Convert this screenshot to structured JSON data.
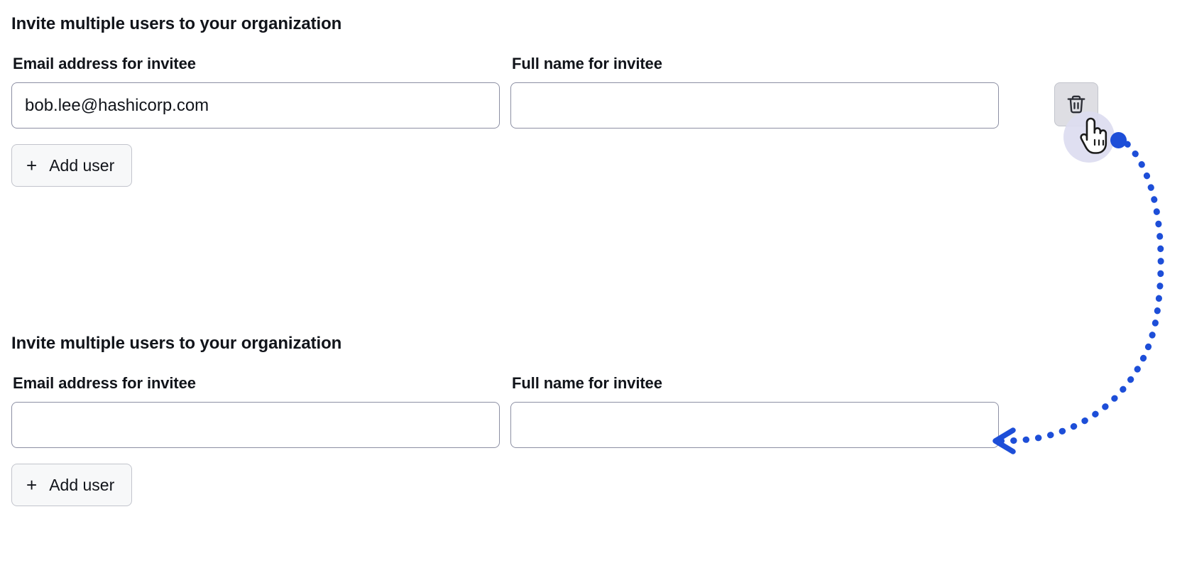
{
  "page": {
    "background_color": "#ffffff",
    "text_color": "#11141a"
  },
  "sections": [
    {
      "id": "invite-section-top",
      "heading": "Invite multiple users to your organization",
      "email_label": "Email address for invitee",
      "email_value": "bob.lee@hashicorp.com",
      "email_placeholder": "",
      "name_label": "Full name for invitee",
      "name_value": "",
      "name_placeholder": "",
      "has_delete_button": true,
      "delete_icon": "trash-icon",
      "add_user_label": "Add user",
      "add_user_icon": "plus-icon"
    },
    {
      "id": "invite-section-bottom",
      "heading": "Invite multiple users to your organization",
      "email_label": "Email address for invitee",
      "email_value": "",
      "email_placeholder": "",
      "name_label": "Full name for invitee",
      "name_value": "",
      "name_placeholder": "",
      "has_delete_button": false,
      "delete_icon": "",
      "add_user_label": "Add user",
      "add_user_icon": "plus-icon"
    }
  ],
  "annotation": {
    "kind": "click-action-arrow",
    "accent_color": "#1d4ed8",
    "halo_color": "#dcdcf0",
    "cursor_icon": "hand-pointer-icon",
    "click_dot_icon": "click-marker-dot",
    "arrow_icon": "dotted-curved-arrow-icon",
    "arrow_direction": "left",
    "start_point": "1575,197",
    "end_point": "1403,621"
  }
}
